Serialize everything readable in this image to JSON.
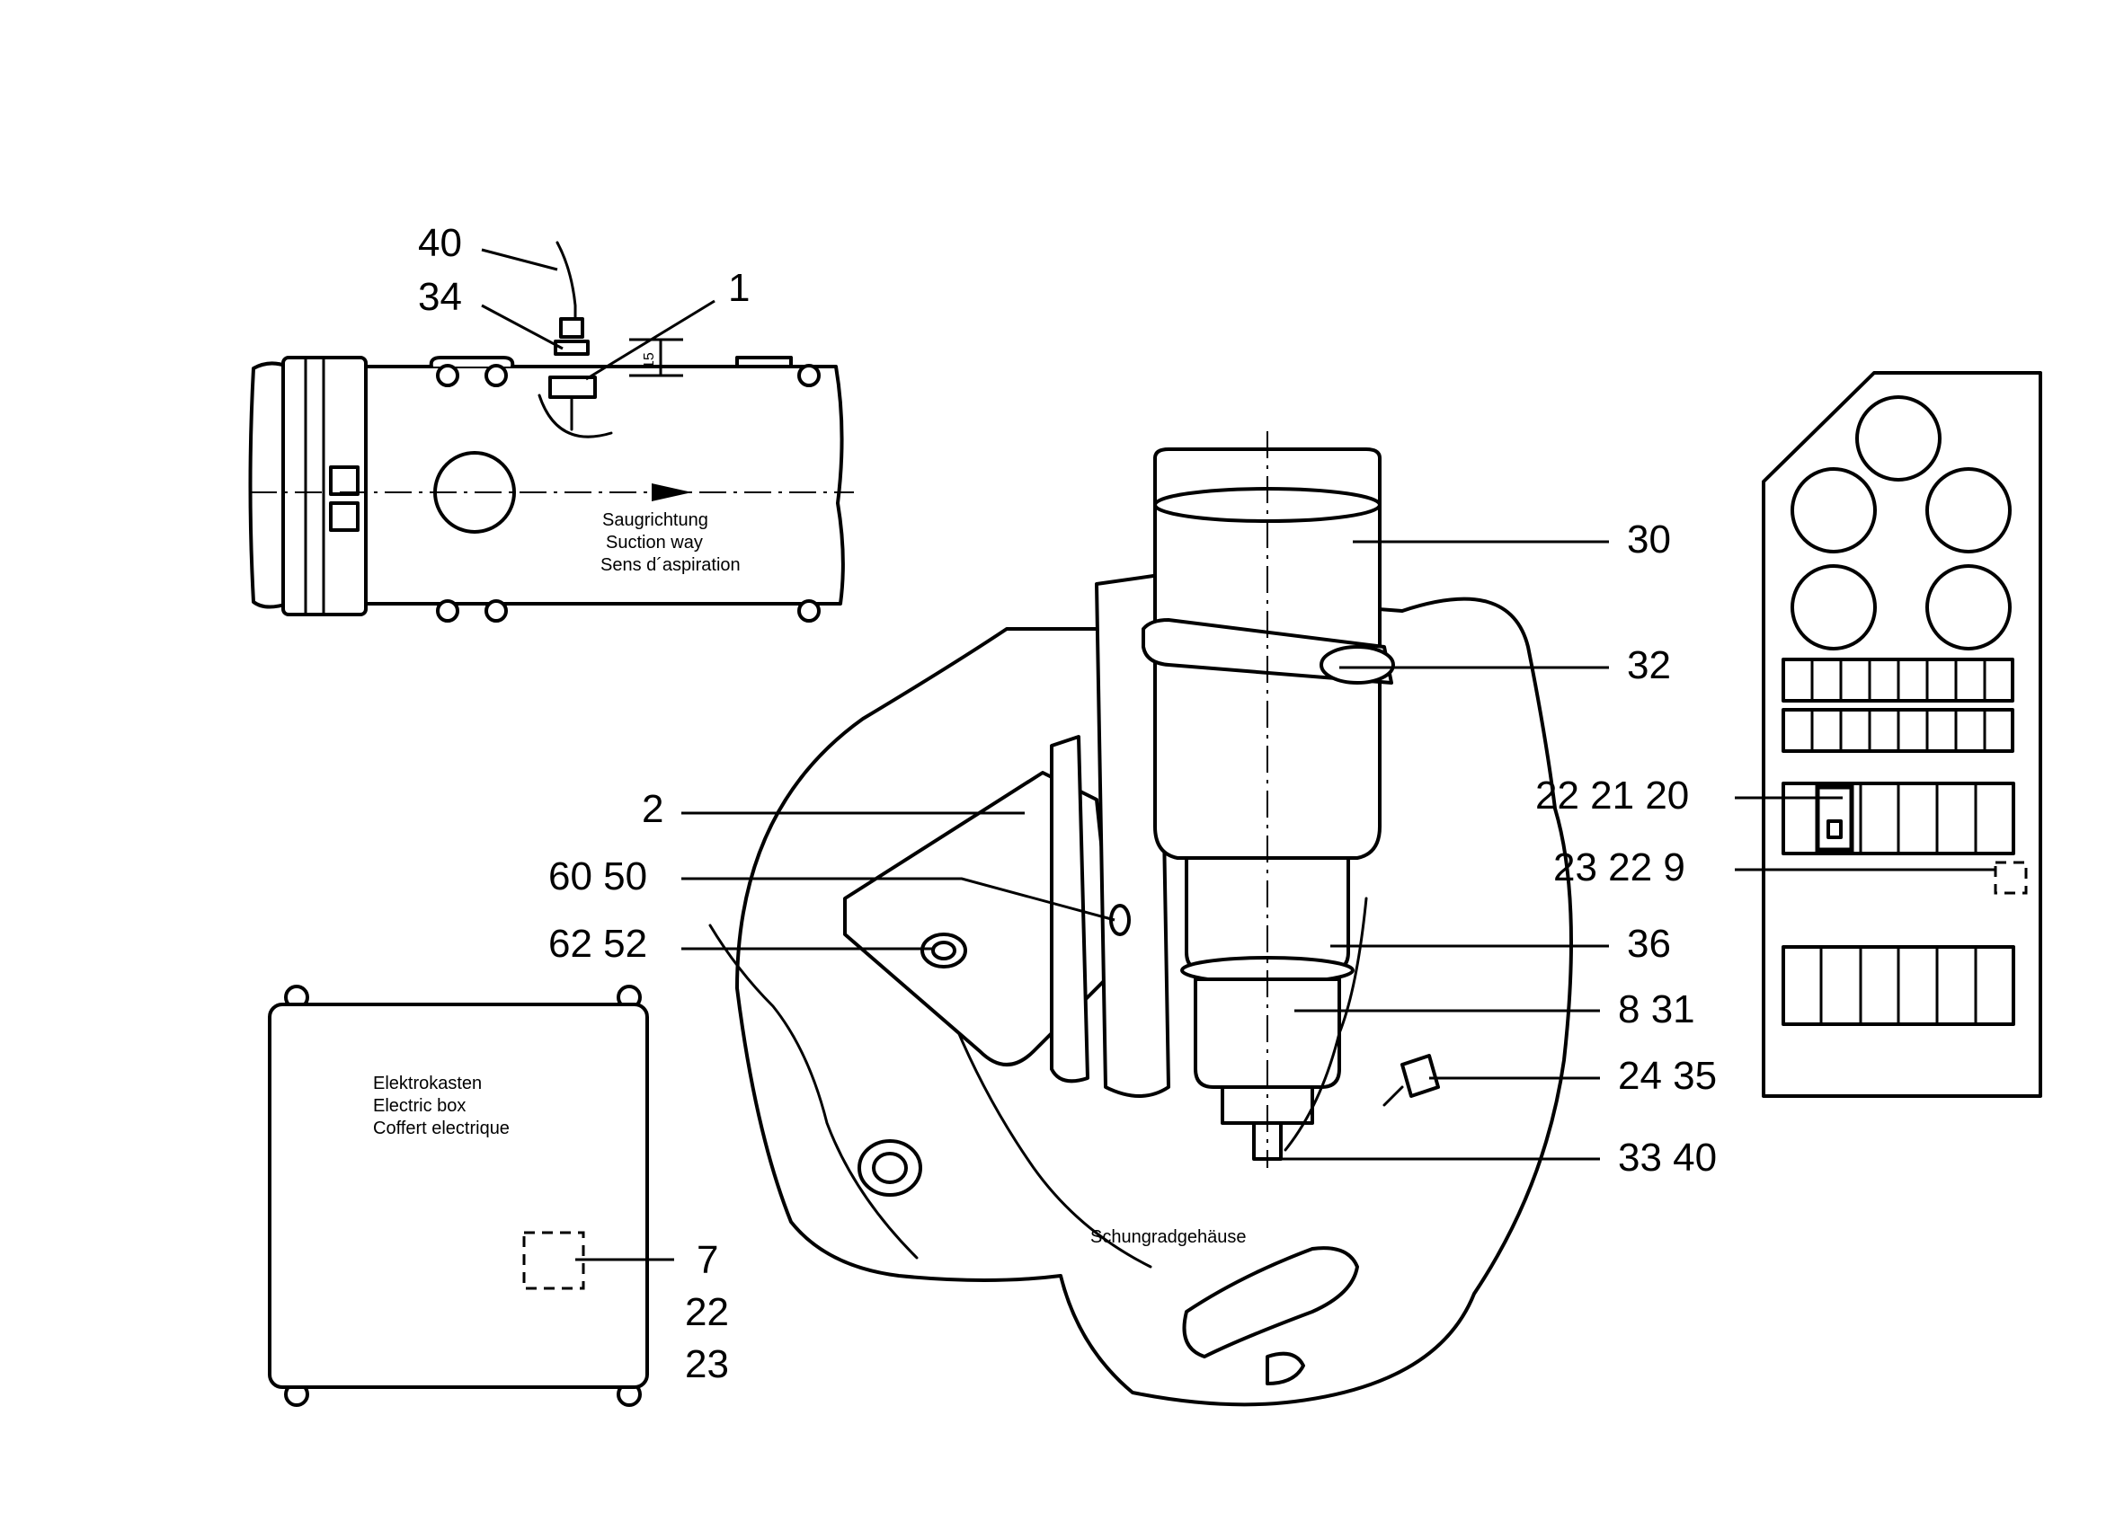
{
  "suction_pipe": {
    "labels": [
      "Saugrichtung",
      "Suction way",
      "Sens d´aspiration"
    ],
    "dimension": "15"
  },
  "electric_box": {
    "labels": [
      "Elektrokasten",
      "Electric box",
      "Coffert electrique"
    ]
  },
  "flywheel_housing": {
    "label": "Schungradgehäuse"
  },
  "callouts": {
    "c40a": "40",
    "c34": "34",
    "c1": "1",
    "c30": "30",
    "c32": "32",
    "c2": "2",
    "c60_50": "60  50",
    "c62_52": "62  52",
    "c36": "36",
    "c8_31": "8  31",
    "c24_35": "24  35",
    "c33_40": "33  40",
    "c22_21_20": "22  21  20",
    "c23_22_9": "23  22  9",
    "c7": "7",
    "c22": "22",
    "c23": "23"
  }
}
